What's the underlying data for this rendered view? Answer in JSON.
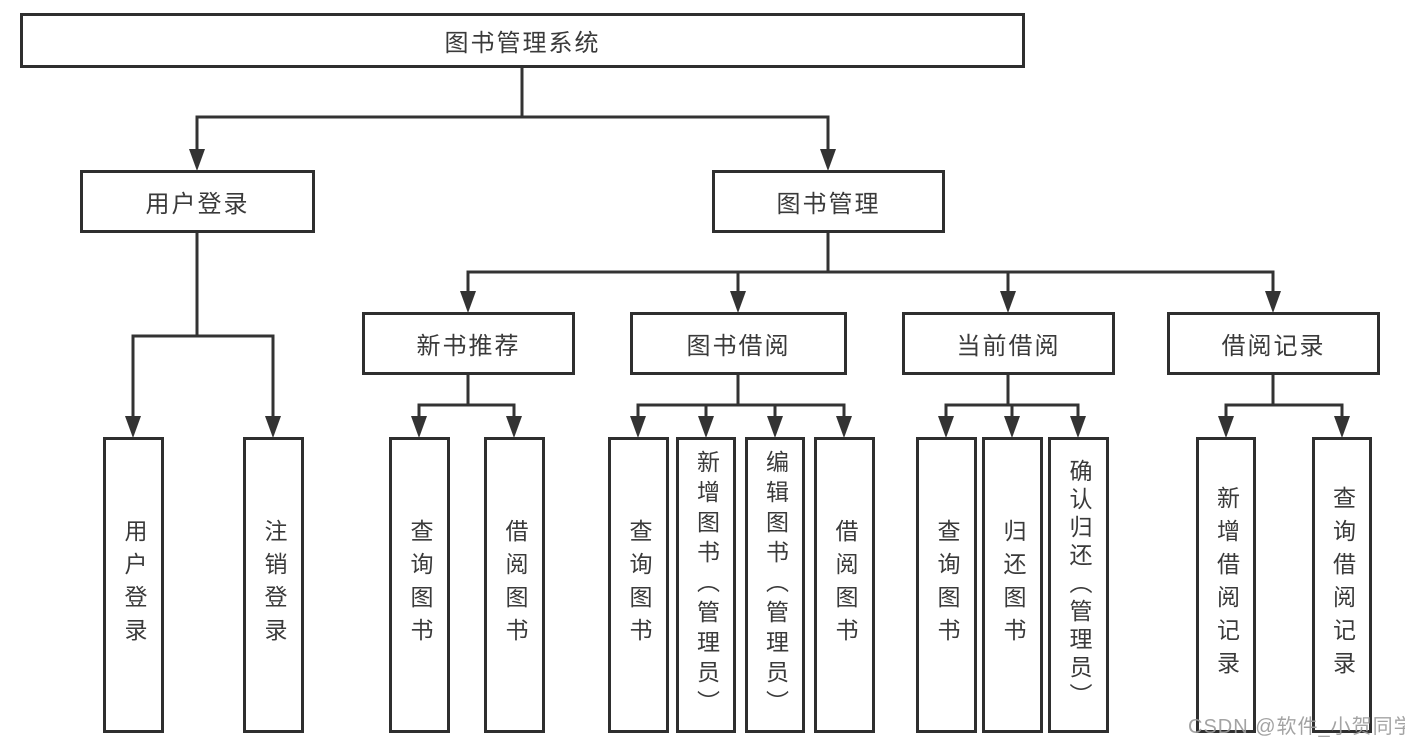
{
  "diagram": {
    "title": "图书管理系统",
    "root": {
      "label": "图书管理系统"
    },
    "branches": [
      {
        "label": "用户登录",
        "children": [
          {
            "label": "用户登录"
          },
          {
            "label": "注销登录"
          }
        ]
      },
      {
        "label": "图书管理",
        "children": [
          {
            "label": "新书推荐",
            "children": [
              {
                "label": "查询图书"
              },
              {
                "label": "借阅图书"
              }
            ]
          },
          {
            "label": "图书借阅",
            "children": [
              {
                "label": "查询图书"
              },
              {
                "label": "新增图书（管理员）"
              },
              {
                "label": "编辑图书（管理员）"
              },
              {
                "label": "借阅图书"
              }
            ]
          },
          {
            "label": "当前借阅",
            "children": [
              {
                "label": "查询图书"
              },
              {
                "label": "归还图书"
              },
              {
                "label": "确认归还（管理员）"
              }
            ]
          },
          {
            "label": "借阅记录",
            "children": [
              {
                "label": "新增借阅记录"
              },
              {
                "label": "查询借阅记录"
              }
            ]
          }
        ]
      }
    ]
  },
  "watermark": {
    "text": "CSDN @软件_小贺同学"
  },
  "colors": {
    "background": "#ffffff",
    "box_border": "#2f2f2f",
    "connector_line": "#333333",
    "text": "#3a3a3a",
    "watermark_gray": "#9c9c9c"
  }
}
